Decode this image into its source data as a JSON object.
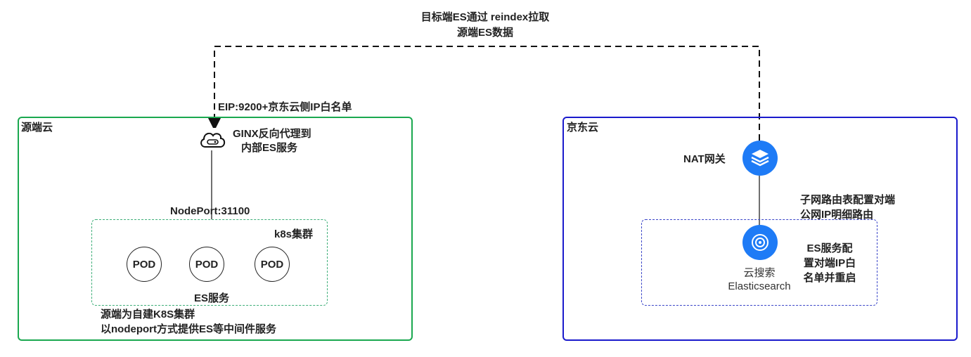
{
  "top_annotation": {
    "line1": "目标端ES通过 reindex拉取",
    "line2": "源端ES数据"
  },
  "source_cloud": {
    "title": "源端云",
    "eip_label": "EIP:9200+京东云侧IP白名单",
    "ginx_label_line1": "GINX反向代理到",
    "ginx_label_line2": "内部ES服务",
    "nodeport_label": "NodePort:31100",
    "k8s_cluster_title": "k8s集群",
    "pods": [
      "POD",
      "POD",
      "POD"
    ],
    "es_service_label": "ES服务",
    "note_line1": "源端为自建K8S集群",
    "note_line2": "以nodeport方式提供ES等中间件服务"
  },
  "jd_cloud": {
    "title": "京东云",
    "nat_label": "NAT网关",
    "route_note_line1": "子网路由表配置对端",
    "route_note_line2": "公网IP明细路由",
    "search_icon_label_line1": "云搜索",
    "search_icon_label_line2": "Elasticsearch",
    "es_config_line1": "ES服务配",
    "es_config_line2": "置对端IP白",
    "es_config_line3": "名单并重启"
  },
  "colors": {
    "source_border": "#1aa84f",
    "jd_border": "#1a1acc",
    "k8s_dashed": "#3dae78",
    "es_dashed": "#3a45c8",
    "icon_blue": "#1e7bf6"
  }
}
